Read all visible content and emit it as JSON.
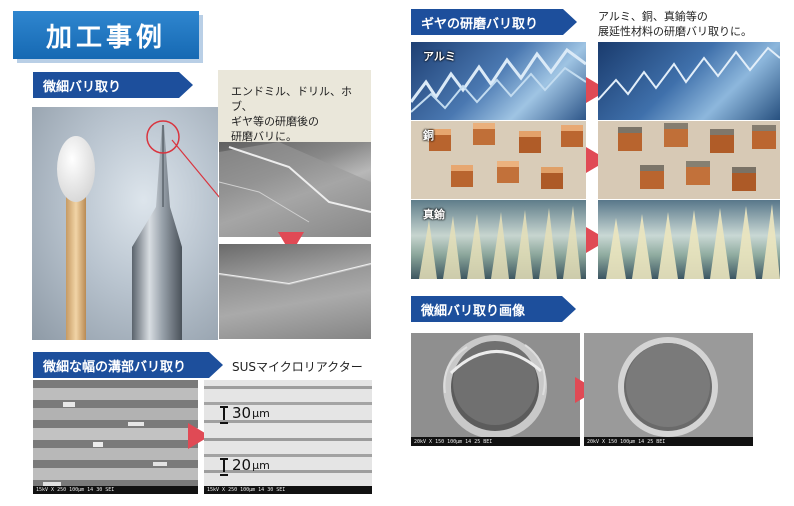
{
  "title": "加工事例",
  "fine_deburr": {
    "header": "微細バリ取り",
    "caption": [
      "エンドミル、ドリル、ホブ、",
      "ギヤ等の研磨後の",
      "研磨バリに。"
    ]
  },
  "gear_deburr": {
    "header": "ギヤの研磨バリ取り",
    "caption": [
      "アルミ、銅、真鍮等の",
      "展延性材料の研磨バリ取りに。"
    ],
    "materials": [
      "アルミ",
      "銅",
      "真鍮"
    ]
  },
  "groove_deburr": {
    "header": "微細な幅の溝部バリ取り",
    "subtitle": "SUSマイクロリアクター",
    "measure_1": "30",
    "measure_2": "20",
    "measure_unit": "μm",
    "footer_left": "15kV  X 250  100μm  14 30 SEI",
    "footer_right": "15kV  X 250  100μm  14 30 SEI"
  },
  "fine_image": {
    "header": "微細バリ取り画像",
    "footer_left": "20kV  X 150  100μm  14 25 BEI",
    "footer_right": "20kV  X 150  100μm  14 25 BEI"
  },
  "colors": {
    "accent_blue": "#1669b3",
    "tab_navy": "#1d4f9c",
    "arrow_red": "#e04a55"
  }
}
